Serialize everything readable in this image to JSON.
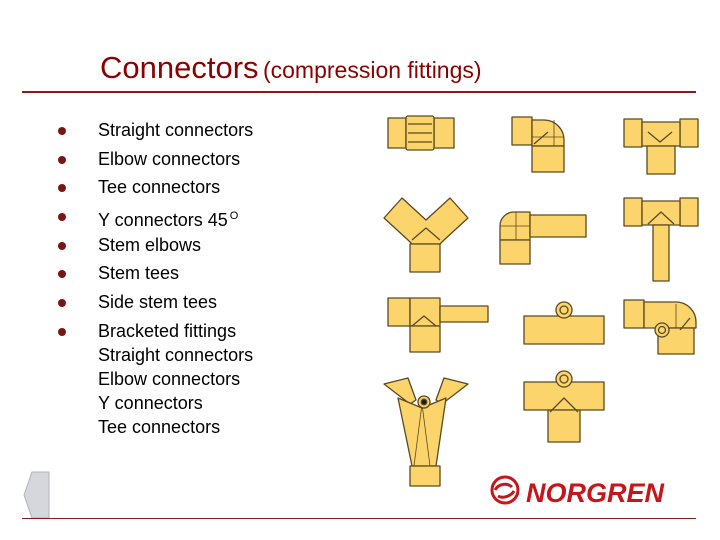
{
  "title": {
    "main": "Connectors",
    "sub": "(compression fittings)"
  },
  "bullets": [
    {
      "text": "Straight connectors"
    },
    {
      "text": "Elbow connectors"
    },
    {
      "text": "Tee connectors"
    },
    {
      "text": "Y connectors 45",
      "sup": "O"
    },
    {
      "text": "Stem elbows"
    },
    {
      "text": "Stem tees"
    },
    {
      "text": "Side stem tees"
    },
    {
      "text": "Bracketed fittings"
    }
  ],
  "bracketed_items": [
    {
      "text": "Straight connectors"
    },
    {
      "text": "Elbow connectors"
    },
    {
      "text": "Y connectors"
    },
    {
      "text": "Tee connectors"
    }
  ],
  "logo": {
    "text": "NORGREN"
  },
  "colors": {
    "title": "#8b0000",
    "rule": "#8b1a1a",
    "bullet": "#7a1515",
    "fitting_fill": "#fcd46c",
    "fitting_stroke": "#5a4a20",
    "logo": "#c4161c"
  },
  "icons": [
    "back-arrow-icon",
    "norgren-logo-icon"
  ]
}
